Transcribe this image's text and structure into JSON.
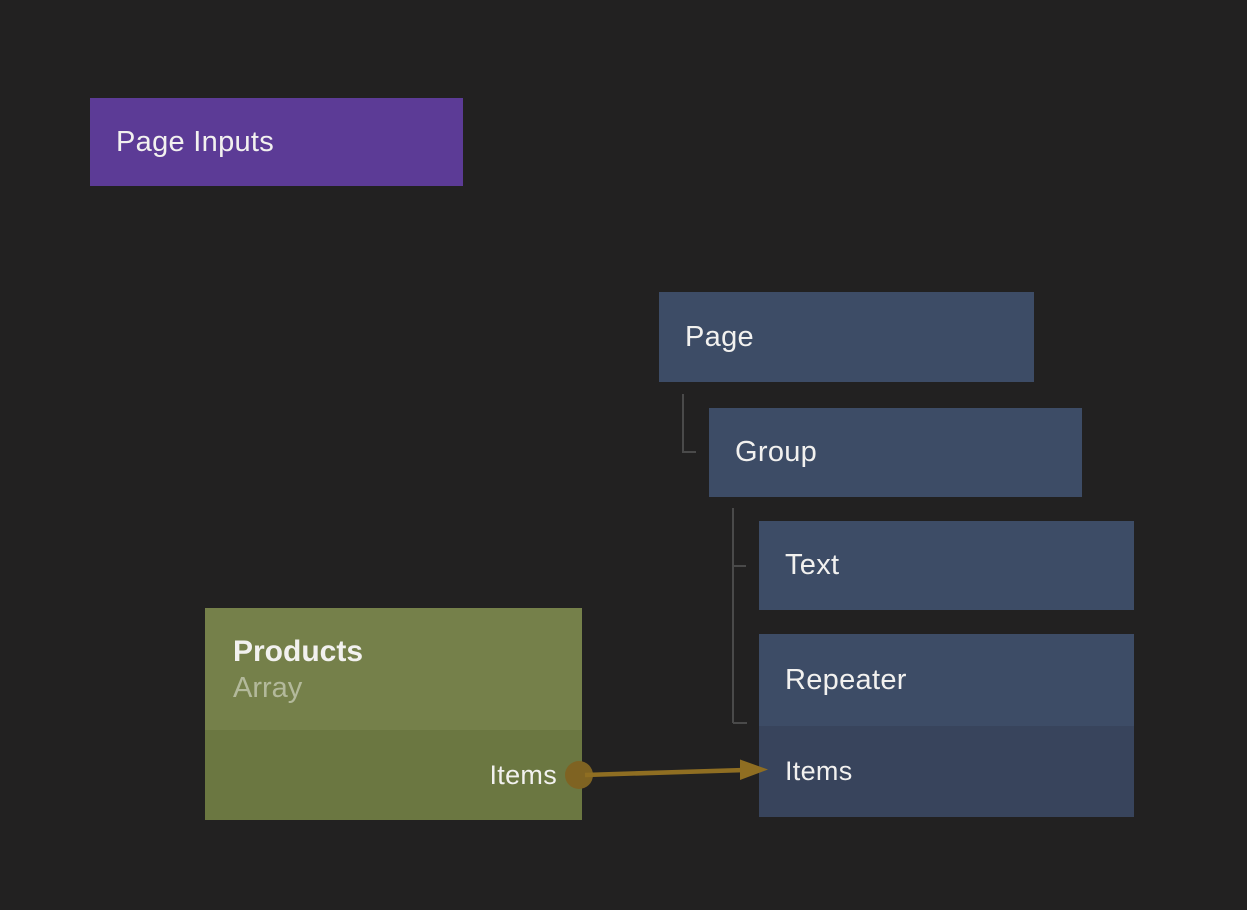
{
  "colors": {
    "bg": "#222121",
    "purple": "#5c3b96",
    "blue": "#3d4c66",
    "blue-row": "#38445c",
    "green": "#75804a",
    "green-row": "#6b7741",
    "gold": "#8f6e22",
    "gold-dot": "#7f6322",
    "tree-line": "#4a4a4a",
    "text": "#f2f1ef",
    "text-muted": "rgba(255,255,255,0.45)"
  },
  "nodes": {
    "page_inputs": {
      "label": "Page Inputs"
    },
    "page": {
      "label": "Page"
    },
    "group": {
      "label": "Group"
    },
    "text": {
      "label": "Text"
    },
    "repeater": {
      "label": "Repeater",
      "port_label": "Items"
    },
    "products": {
      "title": "Products",
      "subtitle": "Array",
      "port_label": "Items"
    }
  }
}
